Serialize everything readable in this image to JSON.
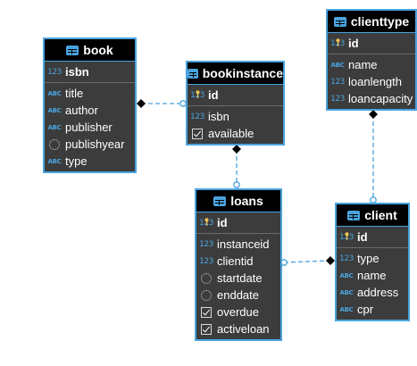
{
  "entities": {
    "book": {
      "title": "book",
      "pk": [
        {
          "name": "isbn",
          "type": "num"
        }
      ],
      "fields": [
        {
          "name": "title",
          "type": "abc"
        },
        {
          "name": "author",
          "type": "abc"
        },
        {
          "name": "publisher",
          "type": "abc"
        },
        {
          "name": "publishyear",
          "type": "date"
        },
        {
          "name": "type",
          "type": "abc"
        }
      ]
    },
    "bookinstance": {
      "title": "bookinstance",
      "pk": [
        {
          "name": "id",
          "type": "key"
        }
      ],
      "fields": [
        {
          "name": "isbn",
          "type": "num"
        },
        {
          "name": "available",
          "type": "check"
        }
      ]
    },
    "clienttype": {
      "title": "clienttype",
      "pk": [
        {
          "name": "id",
          "type": "key"
        }
      ],
      "fields": [
        {
          "name": "name",
          "type": "abc"
        },
        {
          "name": "loanlength",
          "type": "num"
        },
        {
          "name": "loancapacity",
          "type": "num"
        }
      ]
    },
    "loans": {
      "title": "loans",
      "pk": [
        {
          "name": "id",
          "type": "key"
        }
      ],
      "fields": [
        {
          "name": "instanceid",
          "type": "num"
        },
        {
          "name": "clientid",
          "type": "num"
        },
        {
          "name": "startdate",
          "type": "date"
        },
        {
          "name": "enddate",
          "type": "date"
        },
        {
          "name": "overdue",
          "type": "check"
        },
        {
          "name": "activeloan",
          "type": "check"
        }
      ]
    },
    "client": {
      "title": "client",
      "pk": [
        {
          "name": "id",
          "type": "key"
        }
      ],
      "fields": [
        {
          "name": "type",
          "type": "num"
        },
        {
          "name": "name",
          "type": "abc"
        },
        {
          "name": "address",
          "type": "abc"
        },
        {
          "name": "cpr",
          "type": "abc"
        }
      ]
    }
  },
  "icon_text": {
    "abc": "ABC",
    "num": "123"
  },
  "colors": {
    "border": "#4aa3df",
    "header": "#000000",
    "body": "#3c3c3c",
    "text": "#ffffff",
    "link": "#4aa3df"
  }
}
